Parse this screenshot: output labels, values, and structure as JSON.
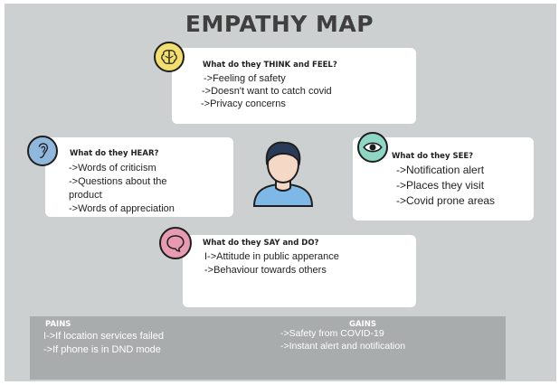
{
  "title": "EMPATHY MAP",
  "think": {
    "question": "What do they THINK and FEEL?",
    "items": [
      "->Feeling of safety",
      "->Doesn't want to catch covid",
      "->Privacy concerns"
    ]
  },
  "hear": {
    "question": "What do they HEAR?",
    "items": [
      "->Words of  criticism",
      "->Questions about the",
      "product",
      "->Words of  appreciation"
    ]
  },
  "see": {
    "question": "What do they SEE?",
    "items": [
      "->Notification alert",
      "->Places they visit",
      "->Covid prone areas"
    ]
  },
  "say": {
    "question": "What do they SAY and DO?",
    "items": [
      "I->Attitude in public apperance",
      "->Behaviour towards others"
    ]
  },
  "pains": {
    "label": "PAINS",
    "items": [
      "I->If location services failed",
      "->If phone is in DND mode"
    ]
  },
  "gains": {
    "label": "GAINS",
    "items": [
      "->Safety from COVID-19",
      "->Instant alert and notification"
    ]
  },
  "colors": {
    "background": "#ccd0d1",
    "brain_icon": "#f2df6e",
    "ear_icon": "#8fb8dc",
    "eye_icon": "#8fd6c5",
    "mouth_icon": "#e79ab2",
    "avatar_shirt": "#7db8e6",
    "footer": "#a9acad"
  },
  "icons": [
    "brain-icon",
    "ear-icon",
    "eye-icon",
    "speech-bubble-icon",
    "person-avatar-icon"
  ]
}
